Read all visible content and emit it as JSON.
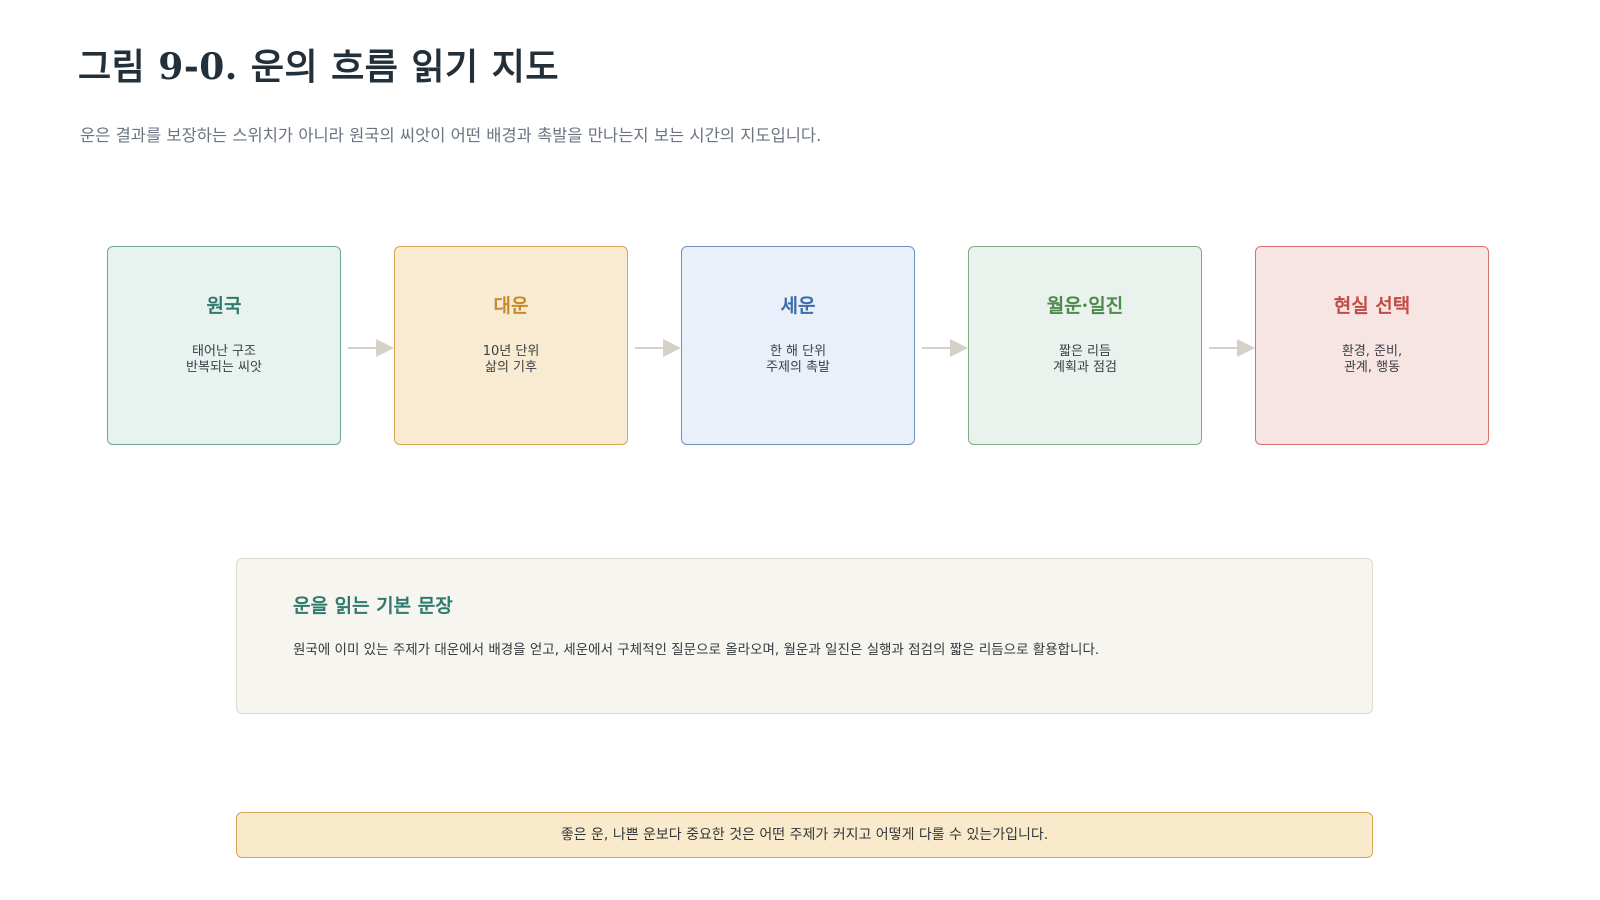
{
  "title": "그림 9-0. 운의 흐름 읽기 지도",
  "subtitle": "운은 결과를 보장하는 스위치가 아니라 원국의 씨앗이 어떤 배경과 촉발을 만나는지 보는 시간의 지도입니다.",
  "flow": {
    "stages": [
      {
        "title": "원국",
        "lines": [
          "태어난 구조",
          "반복되는 씨앗"
        ],
        "title_color": "#2f7a6c",
        "border_color": "#6aa89c",
        "fill_color": "#e8f2ef"
      },
      {
        "title": "대운",
        "lines": [
          "10년 단위",
          "삶의 기후"
        ],
        "title_color": "#c98a2e",
        "border_color": "#d9a456",
        "fill_color": "#f8ebd1"
      },
      {
        "title": "세운",
        "lines": [
          "한 해 단위",
          "주제의 촉발"
        ],
        "title_color": "#3f6ca8",
        "border_color": "#6f8fc2",
        "fill_color": "#e9f0f9"
      },
      {
        "title": "월운·일진",
        "lines": [
          "짧은 리듬",
          "계획과 점검"
        ],
        "title_color": "#4f8a4e",
        "border_color": "#7fae84",
        "fill_color": "#e9f2ec"
      },
      {
        "title": "현실 선택",
        "lines": [
          "환경, 준비,",
          "관계, 행동"
        ],
        "title_color": "#c24a45",
        "border_color": "#d4716c",
        "fill_color": "#f7e5e3"
      }
    ],
    "arrow_color": "#d6d1c6"
  },
  "note": {
    "title": "운을 읽는 기본 문장",
    "body": "원국에 이미 있는 주제가 대운에서 배경을 얻고, 세운에서 구체적인 질문으로 올라오며, 월운과 일진은 실행과 점검의 짧은 리듬으로 활용합니다."
  },
  "banner": {
    "text": "좋은 운, 나쁜 운보다 중요한 것은 어떤 주제가 커지고 어떻게 다룰 수 있는가입니다."
  }
}
